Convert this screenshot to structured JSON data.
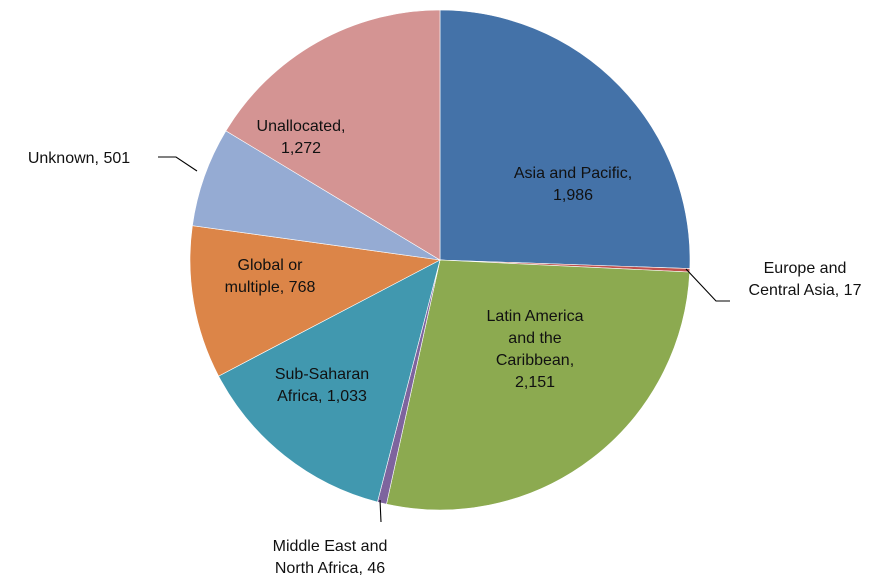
{
  "chart_data": {
    "type": "pie",
    "slices": [
      {
        "category": "Asia and Pacific",
        "value": 1986,
        "value_text": "1,986",
        "color": "#4472A8",
        "label_lines": [
          "Asia and Pacific,",
          "1,986"
        ]
      },
      {
        "category": "Europe and Central Asia",
        "value": 17,
        "value_text": "17",
        "color": "#C0504D",
        "label_lines": [
          "Europe and",
          "Central Asia,  17"
        ]
      },
      {
        "category": "Latin America and the Caribbean",
        "value": 2151,
        "value_text": "2,151",
        "color": "#8CAA50",
        "label_lines": [
          "Latin America",
          "and the",
          "Caribbean,",
          "2,151"
        ]
      },
      {
        "category": "Middle East and North Africa",
        "value": 46,
        "value_text": "46",
        "color": "#7E649E",
        "label_lines": [
          "Middle East and",
          "North Africa,  46"
        ]
      },
      {
        "category": "Sub-Saharan Africa",
        "value": 1033,
        "value_text": "1,033",
        "color": "#4198AF",
        "label_lines": [
          "Sub-Saharan",
          "Africa,  1,033"
        ]
      },
      {
        "category": "Global or multiple",
        "value": 768,
        "value_text": "768",
        "color": "#DC8548",
        "label_lines": [
          "Global or",
          "multiple,  768"
        ]
      },
      {
        "category": "Unknown",
        "value": 501,
        "value_text": "501",
        "color": "#95ABD3",
        "label_lines": [
          "Unknown,  501"
        ]
      },
      {
        "category": "Unallocated",
        "value": 1272,
        "value_text": "1,272",
        "color": "#D49493",
        "label_lines": [
          "Unallocated,",
          "1,272"
        ]
      }
    ],
    "start_angle": "12 o'clock",
    "direction": "clockwise",
    "legend": "none",
    "data_labels": "category name and value"
  }
}
